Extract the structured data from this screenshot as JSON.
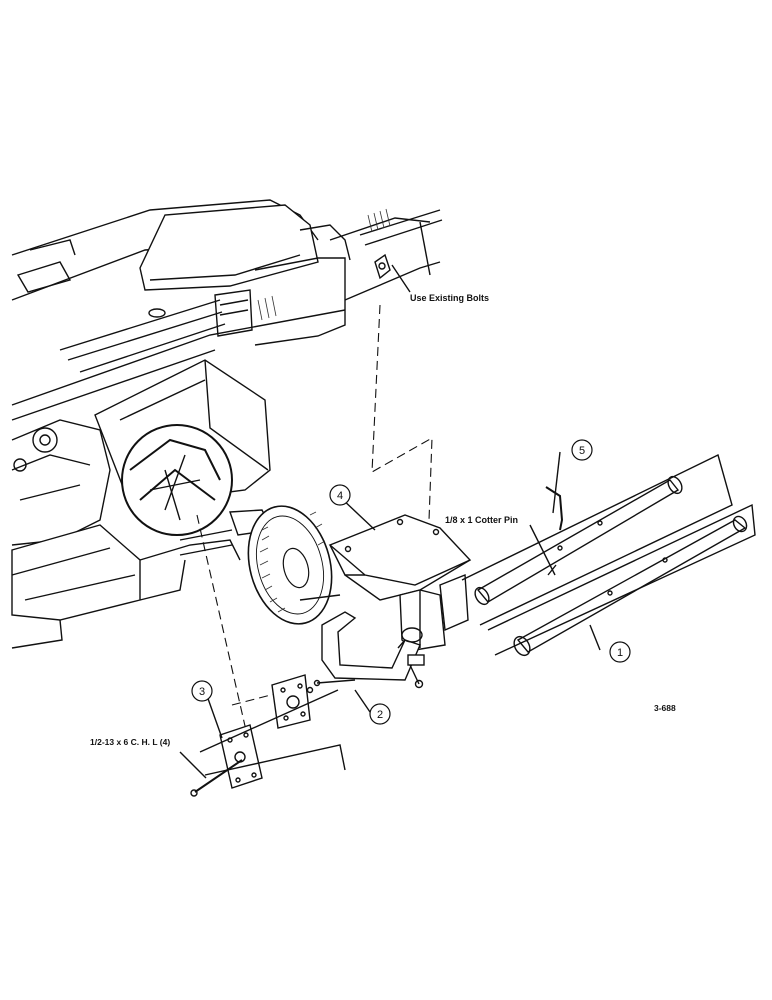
{
  "labels": {
    "use_existing_bolts": "Use Existing Bolts",
    "cotter_pin": "1/8 x 1 Cotter Pin",
    "bolt_spec": "1/2-13 x 6 C. H. L (4)",
    "figure_code": "3-688"
  },
  "callouts": {
    "c1": "1",
    "c2": "2",
    "c3": "3",
    "c4": "4",
    "c5": "5"
  }
}
